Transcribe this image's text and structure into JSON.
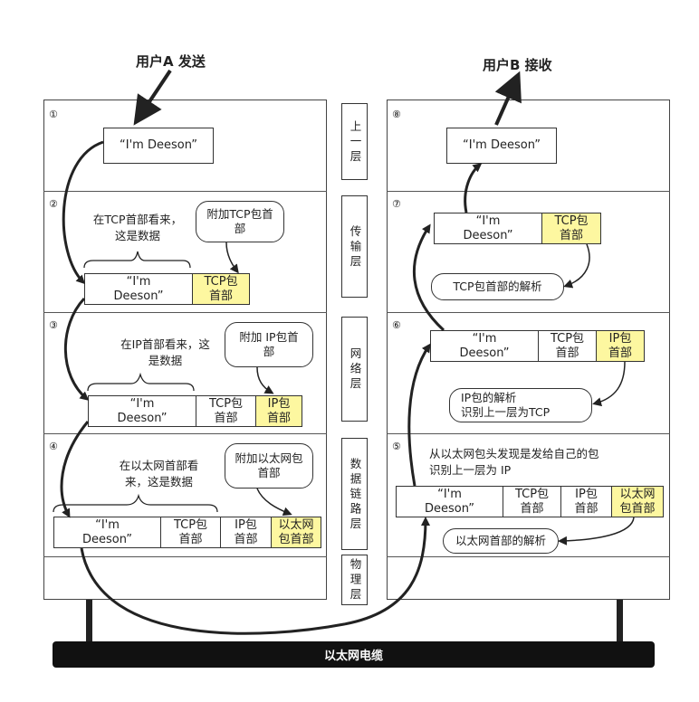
{
  "headings": {
    "sender": "用户A 发送",
    "receiver": "用户B 接收"
  },
  "layers": {
    "upper": "上一层",
    "transport": "传输层",
    "network": "网络层",
    "datalink": "数据链路层",
    "physical": "物理层"
  },
  "cable_label": "以太网电缆",
  "steps": {
    "s1": "①",
    "s2": "②",
    "s3": "③",
    "s4": "④",
    "s5": "⑤",
    "s6": "⑥",
    "s7": "⑦",
    "s8": "⑧"
  },
  "packet": {
    "data_line1": "“I'm",
    "data_line2": "Deeson”",
    "data_single": "“I'm Deeson”",
    "tcp_line1": "TCP包",
    "tcp_line2": "首部",
    "ip_line1": "IP包",
    "ip_line2": "首部",
    "eth_line1": "以太网",
    "eth_line2": "包首部"
  },
  "sender_notes": {
    "tcp_view_line1": "在TCP首部看来，",
    "tcp_view_line2": "这是数据",
    "tcp_add_line1": "附加TCP包首",
    "tcp_add_line2": "部",
    "ip_view_line1": "在IP首部看来，这",
    "ip_view_line2": "是数据",
    "ip_add_line1": "附加 IP包首",
    "ip_add_line2": "部",
    "eth_view_line1": "在以太网首部看",
    "eth_view_line2": "来，这是数据",
    "eth_add_line1": "附加以太网包",
    "eth_add_line2": "首部"
  },
  "receiver_notes": {
    "tcp_parse": "TCP包首部的解析",
    "ip_parse_line1": "IP包的解析",
    "ip_parse_line2": "识别上一层为TCP",
    "eth_detect_line1": "从以太网包头发现是发给自己的包",
    "eth_detect_line2": "识别上一层为 IP",
    "eth_parse": "以太网首部的解析"
  }
}
